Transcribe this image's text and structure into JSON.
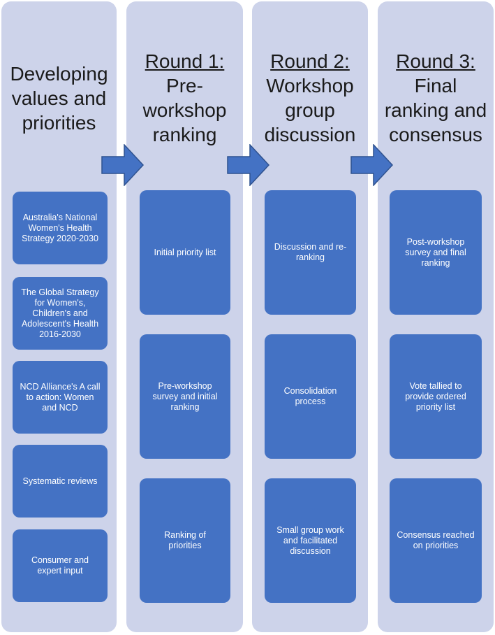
{
  "columns": [
    {
      "round": "",
      "title_lines": [
        "Developing",
        "values and",
        "priorities"
      ],
      "boxes": [
        "Australia's National Women's Health Strategy 2020-2030",
        "The Global Strategy for Women's, Children's and Adolescent's Health 2016-2030",
        "NCD Alliance's A call to action: Women and NCD",
        "Systematic reviews",
        "Consumer and expert input"
      ]
    },
    {
      "round": "Round 1:",
      "title_lines": [
        "Pre-",
        "workshop",
        "ranking"
      ],
      "boxes": [
        "Initial priority list",
        "Pre-workshop survey and initial ranking",
        "Ranking of priorities"
      ]
    },
    {
      "round": "Round 2:",
      "title_lines": [
        "Workshop",
        "group",
        "discussion"
      ],
      "boxes": [
        "Discussion and re-ranking",
        "Consolidation process",
        "Small group work and facilitated discussion"
      ]
    },
    {
      "round": "Round 3:",
      "title_lines": [
        "Final",
        "ranking and",
        "consensus"
      ],
      "boxes": [
        "Post-workshop survey and final ranking",
        "Vote tallied to provide ordered priority list",
        "Consensus reached on priorities"
      ]
    }
  ],
  "colors": {
    "column_bg": "#cdd3ea",
    "box_fill": "#4472c4",
    "arrow_fill": "#4472c4",
    "arrow_stroke": "#2f528f"
  },
  "icons": [
    "right-arrow-icon"
  ]
}
